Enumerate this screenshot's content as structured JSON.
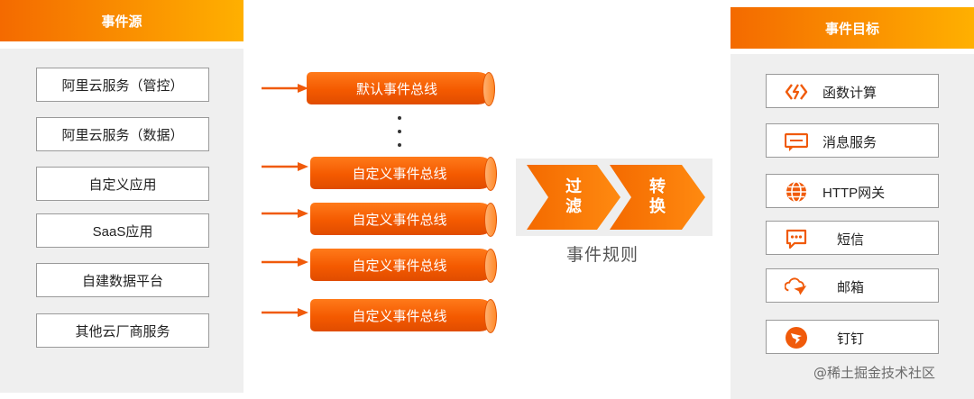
{
  "sources": {
    "header": "事件源",
    "items": [
      "阿里云服务（管控）",
      "阿里云服务（数据）",
      "自定义应用",
      "SaaS应用",
      "自建数据平台",
      "其他云厂商服务"
    ]
  },
  "buses": {
    "default_bus": "默认事件总线",
    "custom_buses": [
      "自定义事件总线",
      "自定义事件总线",
      "自定义事件总线",
      "自定义事件总线"
    ]
  },
  "rules": {
    "filter_line1": "过",
    "filter_line2": "滤",
    "transform_line1": "转",
    "transform_line2": "换",
    "caption": "事件规则"
  },
  "targets": {
    "header": "事件目标",
    "items": [
      {
        "label": "函数计算",
        "icon": "function-compute-icon"
      },
      {
        "label": "消息服务",
        "icon": "message-service-icon"
      },
      {
        "label": "HTTP网关",
        "icon": "globe-icon"
      },
      {
        "label": "短信",
        "icon": "sms-icon"
      },
      {
        "label": "邮箱",
        "icon": "mail-plane-icon"
      },
      {
        "label": "钉钉",
        "icon": "dingtalk-icon"
      }
    ]
  },
  "watermark": "@稀土掘金技术社区",
  "colors": {
    "accent": "#f45a00",
    "accent_light": "#ffb000",
    "panel_bg": "#efefef",
    "box_border": "#9a9a9a"
  }
}
